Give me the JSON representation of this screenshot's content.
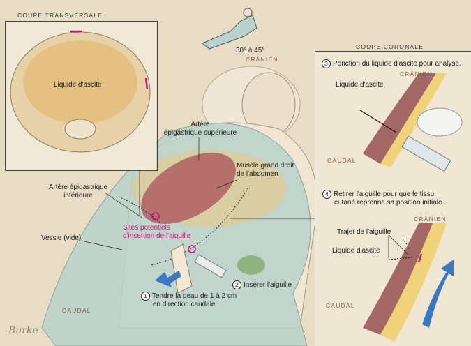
{
  "inset_transverse": {
    "title": "COUPE TRANSVERSALE",
    "label": "Liquide d'ascite"
  },
  "position": {
    "angle": "30° à 45°"
  },
  "main": {
    "cranial": "CRÂNIEN",
    "caudal": "CAUDAL",
    "superior_artery": [
      "Artère",
      "épigastrique supérieure"
    ],
    "rectus_muscle": [
      "Muscle grand droit",
      "de l'abdomen"
    ],
    "inferior_artery": [
      "Artère épigastrique",
      "inférieure"
    ],
    "sites": [
      "Sites potentiels",
      "d'insertion de l'aiguille"
    ],
    "bladder": "Vessie (vide)",
    "step1": {
      "num": "1",
      "text": [
        "Tendre la peau de 1 à 2 cm",
        "en direction caudale"
      ]
    },
    "step2": {
      "num": "2",
      "text": "Insérer l'aiguille"
    }
  },
  "inset_coronal": {
    "title": "COUPE CORONALE",
    "step3": {
      "num": "3",
      "text": "Ponction du liquide d'ascite pour analyse.",
      "cranial": "CRÂNIEN",
      "caudal": "CAUDAL",
      "fluid": "Liquide d'ascite"
    },
    "step4": {
      "num": "4",
      "text": [
        "Retirer l'aiguille pour que le tissu",
        "cutané reprenne sa position initiale."
      ],
      "cranial": "CRÂNIEN",
      "caudal": "CAUDAL",
      "track": "Trajet de l'aiguille",
      "fluid": "Liquide d'ascite"
    }
  },
  "signature": "Burke",
  "colors": {
    "accent": "#c8127a",
    "arrow": "#3a78c0",
    "drape": "#b9d3cc",
    "muscle": "#a8505a"
  }
}
